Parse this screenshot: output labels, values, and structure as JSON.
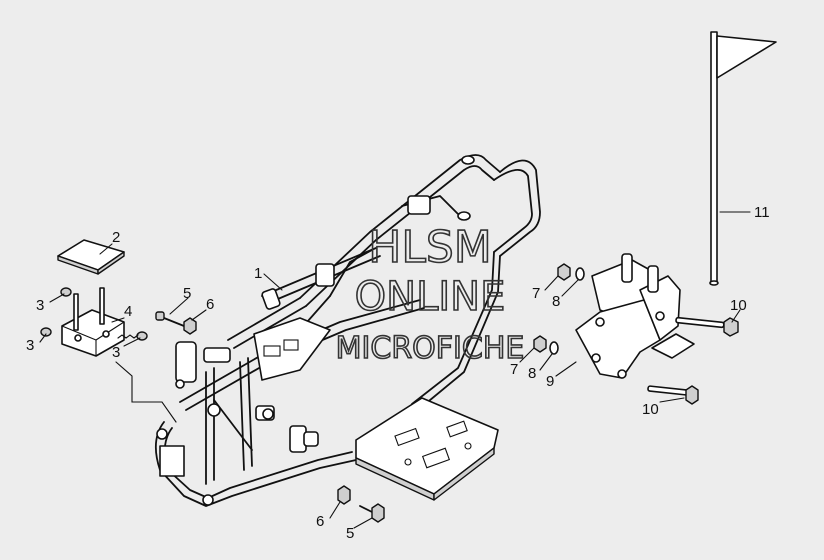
{
  "watermark": {
    "line1": "HLSM",
    "line2": "ONLINE",
    "line3": "MICROFICHE"
  },
  "callouts": {
    "c1": "1",
    "c2": "2",
    "c3a": "3",
    "c3b": "3",
    "c3c": "3",
    "c4": "4",
    "c5a": "5",
    "c5b": "5",
    "c6a": "6",
    "c6b": "6",
    "c7a": "7",
    "c7b": "7",
    "c8a": "8",
    "c8b": "8",
    "c9": "9",
    "c10a": "10",
    "c10b": "10",
    "c11": "11"
  }
}
